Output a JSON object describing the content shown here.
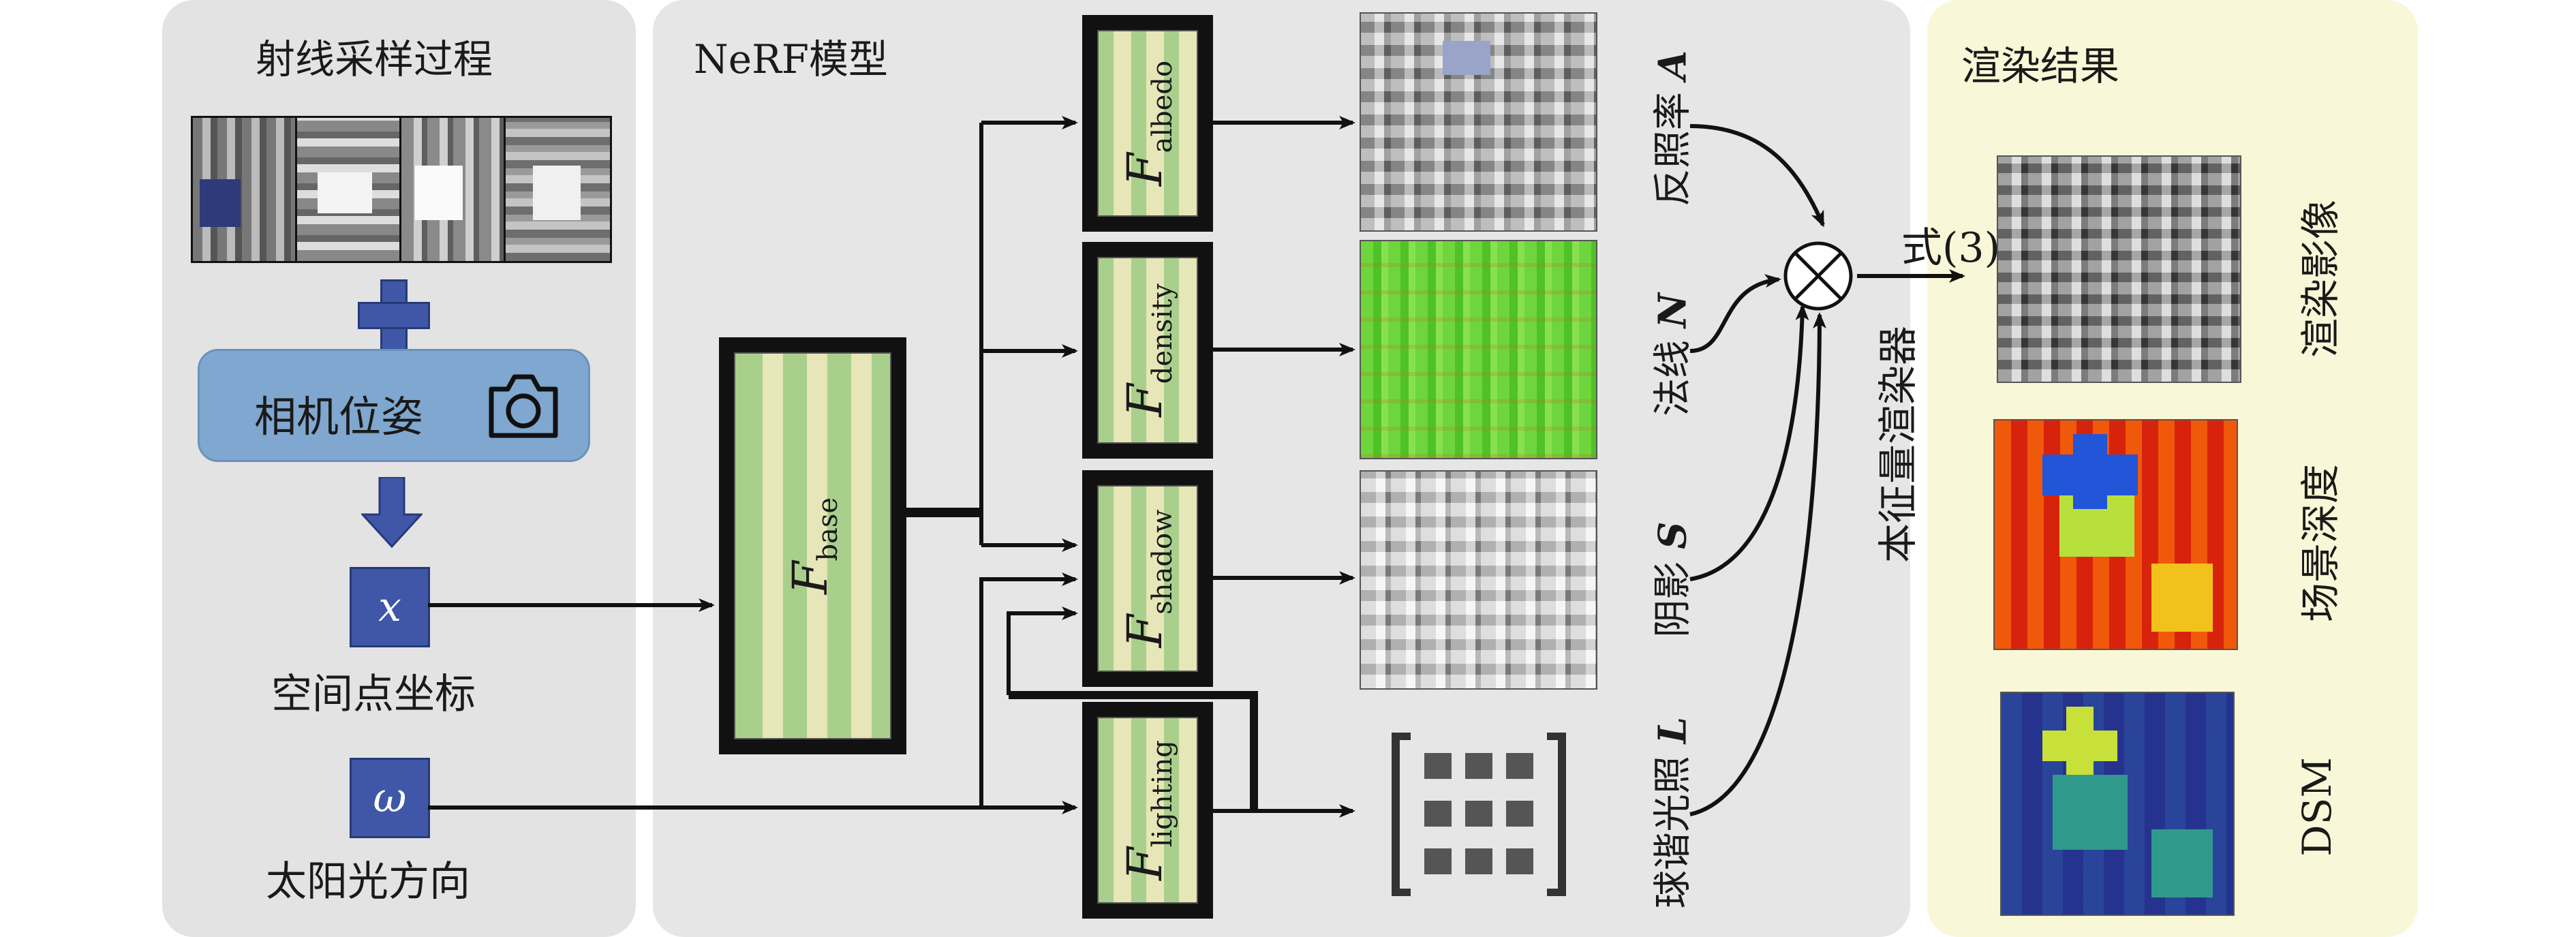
{
  "panels": {
    "sampling_title": "射线采样过程",
    "nerf_title": "NeRF模型",
    "render_title": "渲染结果"
  },
  "inputs": {
    "camera_pose": "相机位姿",
    "x_symbol": "x",
    "x_label": "空间点坐标",
    "omega_symbol": "ω",
    "omega_label": "太阳光方向"
  },
  "networks": {
    "base": "base",
    "albedo": "albedo",
    "density": "density",
    "shadow": "shadow",
    "lighting": "lighting",
    "f_symbol": "F"
  },
  "features": {
    "albedo": "反照率",
    "albedo_sym": "A",
    "normal": "法线",
    "normal_sym": "N",
    "shadow": "阴影",
    "shadow_sym": "S",
    "sh": "球谐光照",
    "sh_sym": "L"
  },
  "renderer": {
    "label": "本征量渲染器",
    "equation": "式(3)",
    "op": "⊗"
  },
  "outputs": {
    "rendered": "渲染影像",
    "depth": "场景深度",
    "dsm": "DSM"
  },
  "colors": {
    "left_panel": "#e3e3e3",
    "middle_panel": "#e6e6e6",
    "right_panel": "#f8f8d8",
    "accent_blue": "#3f57a6",
    "camera_box": "#7fa7cf",
    "mlp_green": "#a9cf8c"
  }
}
